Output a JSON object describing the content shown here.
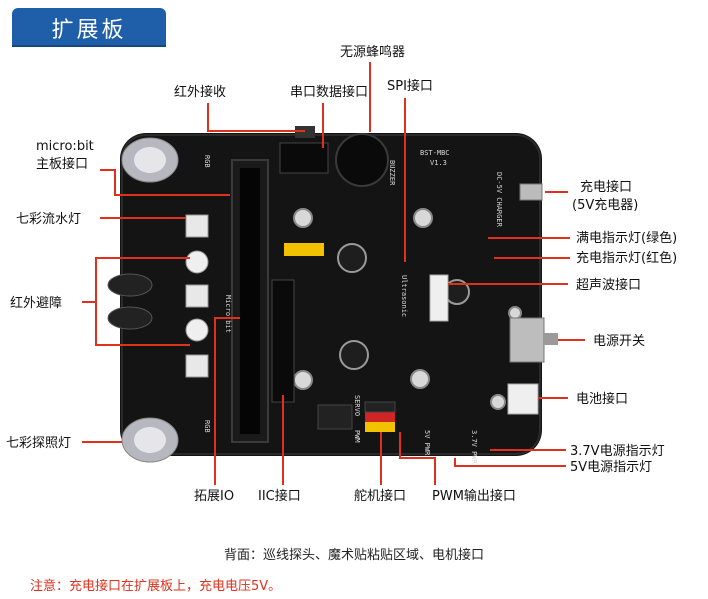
{
  "title": "扩展板",
  "labels": {
    "buzzer": "无源蜂鸣器",
    "ir_receiver": "红外接收",
    "serial_port": "串口数据接口",
    "spi_port": "SPI接口",
    "microbit_line1": "micro:bit",
    "microbit_line2": "主板接口",
    "color_flow_led": "七彩流水灯",
    "ir_obstacle": "红外避障",
    "color_search_led": "七彩探照灯",
    "expansion_io": "拓展IO",
    "iic_port": "IIC接口",
    "servo_port": "舵机接口",
    "pwm_port": "PWM输出接口",
    "charge_port_line1": "充电接口",
    "charge_port_line2": "(5V充电器)",
    "full_charge_led": "满电指示灯(绿色)",
    "charging_led": "充电指示灯(红色)",
    "ultrasonic_port": "超声波接口",
    "power_switch": "电源开关",
    "battery_port": "电池接口",
    "power_37v_led": "3.7V电源指示灯",
    "power_5v_led": "5V电源指示灯"
  },
  "board_silk": {
    "model": "BST-MBC",
    "version": "V1.3",
    "buzzer": "BUZZER",
    "rgb": "RGB",
    "ultrasonic": "Ultrasonic",
    "charger": "DC-5V CHARGER",
    "servo": "SERVO",
    "pwm": "PWM",
    "microbit": "Micro:bit",
    "pwr_5v": "5V PWR",
    "pwr_37v": "3.7V PWR"
  },
  "footer": "背面：巡线探头、魔术贴粘贴区域、电机接口",
  "note": "注意：充电接口在扩展板上，充电电压5V。",
  "colors": {
    "title_bg": "#1f5ea8",
    "pcb": "#141414",
    "leader": "#e0301e",
    "note": "#e0301e",
    "header_yellow": "#f2c200"
  }
}
